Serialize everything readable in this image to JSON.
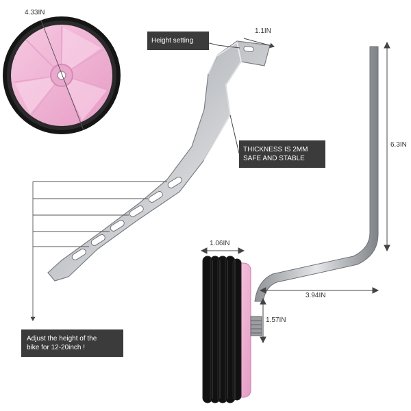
{
  "labels": {
    "wheel_diameter": "4.33IN",
    "height_setting": "Height setting",
    "bracket_width": "1.1IN",
    "thickness_line1": "THICKNESS IS 2MM",
    "thickness_line2": "SAFE AND STABLE",
    "bracket_height": "6.3IN",
    "wheel_width": "1.06IN",
    "arm_length": "3.94IN",
    "axle_length": "1.57IN",
    "adjust_line1": "Adjust the height of the",
    "adjust_line2": "bike for 12-20inch !"
  },
  "colors": {
    "wheel_pink": "#f0b8d6",
    "tire_black": "#111111",
    "metal_silver": "#b9bcc0",
    "label_box": "#3b3b3b"
  }
}
